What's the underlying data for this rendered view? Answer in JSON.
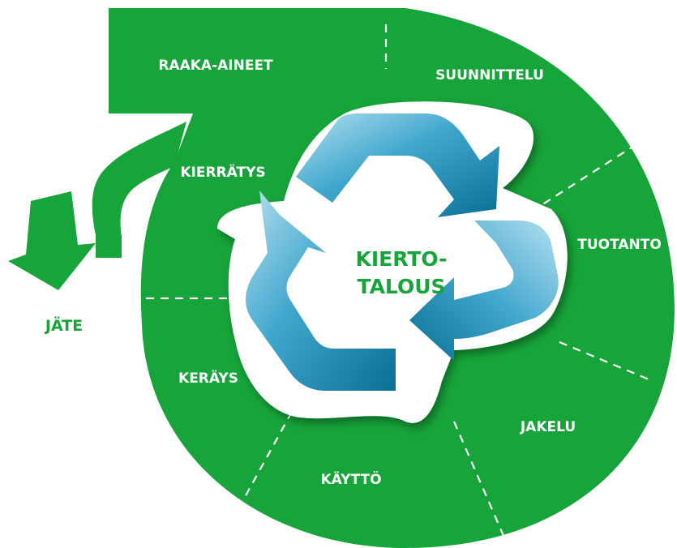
{
  "colors": {
    "green": "#17a43a",
    "arrow_light": "#a9d8ec",
    "arrow_dark": "#0a6f96",
    "white": "#ffffff"
  },
  "center": {
    "line1": "KIERTO-",
    "line2": "TALOUS",
    "icon": "recycle-icon"
  },
  "stages": {
    "raw_materials": "RAAKA-AINEET",
    "design": "SUUNNITTELU",
    "production": "TUOTANTO",
    "distribution": "JAKELU",
    "use": "KÄYTTÖ",
    "collection": "KERÄYS",
    "recycling": "KIERRÄTYS"
  },
  "waste": {
    "label": "JÄTE",
    "icon": "arrow-down-icon"
  }
}
